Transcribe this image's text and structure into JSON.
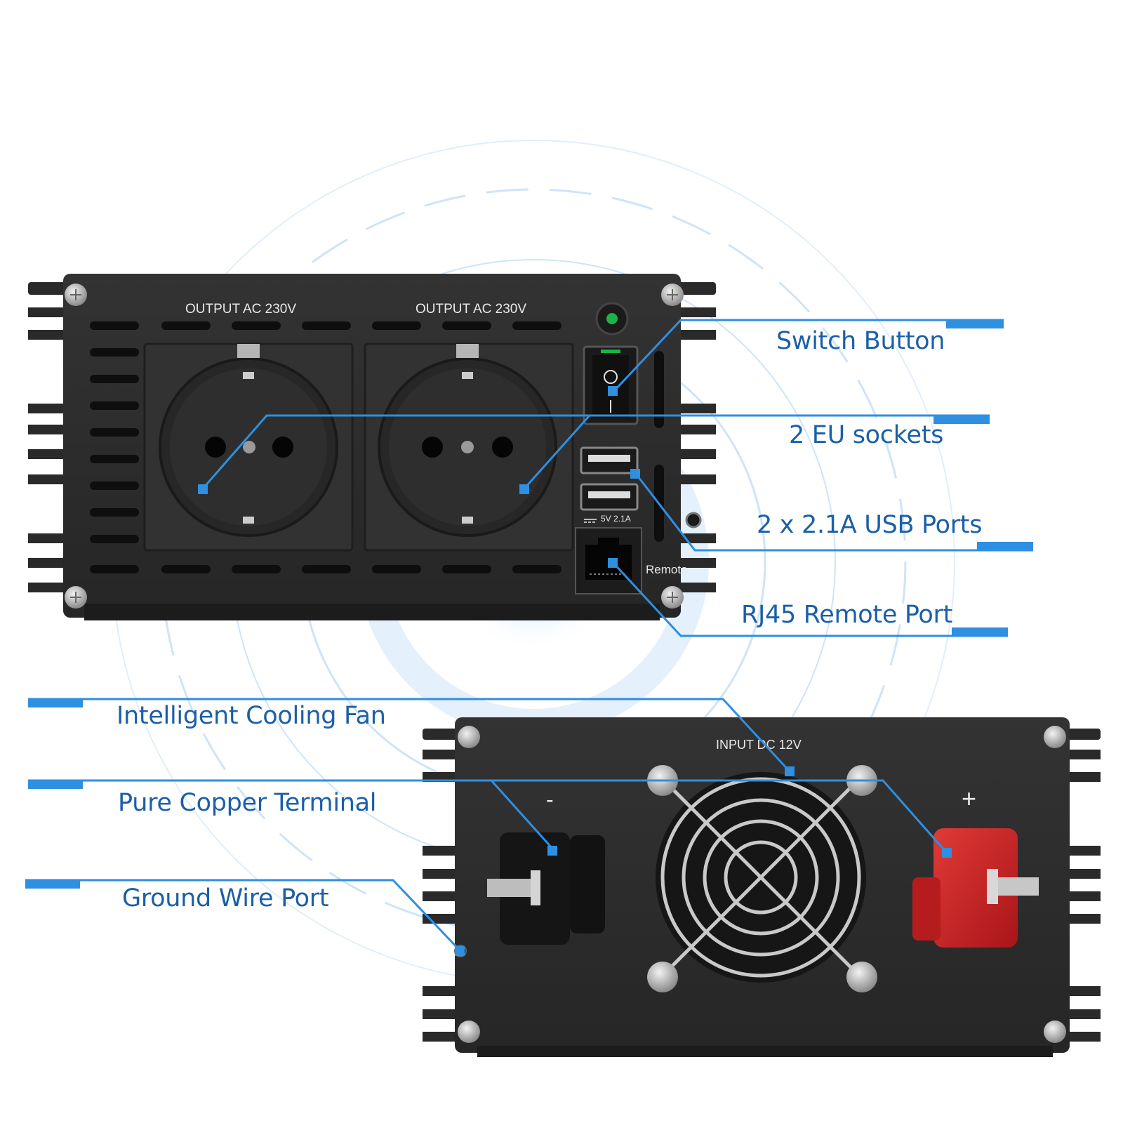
{
  "front_panel": {
    "socket_label_left": "OUTPUT AC 230V",
    "socket_label_right": "OUTPUT AC 230V",
    "usb_rating": "5V 2.1A",
    "remote_label": "Remote",
    "switch_on_symbol": "|",
    "switch_off_symbol": "O"
  },
  "rear_panel": {
    "input_label": "INPUT DC 12V",
    "negative_symbol": "-",
    "positive_symbol": "+"
  },
  "callouts": {
    "switch_button": "Switch Button",
    "eu_sockets": "2 EU sockets",
    "usb_ports": "2 x 2.1A USB Ports",
    "rj45_port": "RJ45 Remote Port",
    "cooling_fan": "Intelligent Cooling Fan",
    "copper_terminal": "Pure Copper Terminal",
    "ground_port": "Ground Wire Port"
  },
  "colors": {
    "callout_text": "#1b5fa8",
    "callout_line": "#2f8fe0",
    "body": "#2b2b2b",
    "positive_terminal": "#c8201f",
    "negative_terminal": "#1a1a1a",
    "power_led": "#1db34a"
  }
}
